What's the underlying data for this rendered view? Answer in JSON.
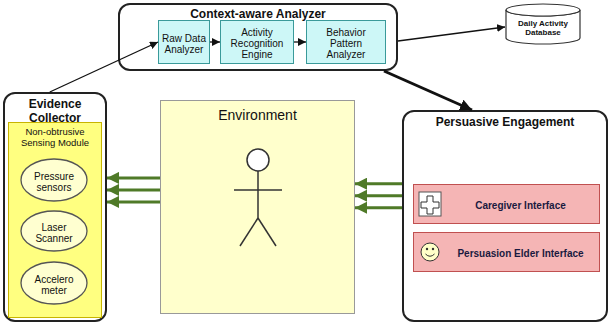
{
  "diagram": {
    "nodes": [
      {
        "text": [
          "Context-aware Analyzer"
        ]
      },
      {
        "text": [
          "Raw Data Analyzer"
        ],
        "in": 0
      },
      {
        "text": [
          "Activity Recognition Engine"
        ],
        "in": 0
      },
      {
        "text": [
          "Behavior Pattern Analyzer"
        ],
        "in": 0
      },
      {
        "text": [
          "Daily Activity Database"
        ]
      },
      {
        "text": [
          "Evidence Collector"
        ]
      },
      {
        "text": [
          "Non-obtrusive Sensing Module"
        ],
        "in": 5
      },
      {
        "text": [
          "Pressure sensors"
        ],
        "in": 6
      },
      {
        "text": [
          "Laser Scanner"
        ],
        "in": 6
      },
      {
        "text": [
          "Accelero meter"
        ],
        "in": 6
      },
      {
        "text": [
          "Environment"
        ]
      },
      {
        "text": [
          "Persuasive Engagement"
        ]
      },
      {
        "text": [
          "Caregiver Interface"
        ],
        "in": 11
      },
      {
        "text": [
          "Persuasion Elder Interface"
        ],
        "in": 11
      }
    ],
    "edges": [
      {
        "from": 5,
        "to": 1,
        "arrow": "to"
      },
      {
        "from": 1,
        "to": 2,
        "arrow": "to"
      },
      {
        "from": 2,
        "to": 3,
        "arrow": "to"
      },
      {
        "from": 0,
        "to": 4,
        "arrow": "to"
      },
      {
        "from": 0,
        "to": 11,
        "arrow": "to"
      },
      {
        "from": 10,
        "to": 5,
        "arrow": "to"
      },
      {
        "from": 10,
        "to": 5,
        "arrow": "to"
      },
      {
        "from": 10,
        "to": 5,
        "arrow": "to"
      },
      {
        "from": 11,
        "to": 10,
        "arrow": "to"
      },
      {
        "from": 11,
        "to": 10,
        "arrow": "to"
      },
      {
        "from": 11,
        "to": 10,
        "arrow": "to"
      }
    ]
  }
}
